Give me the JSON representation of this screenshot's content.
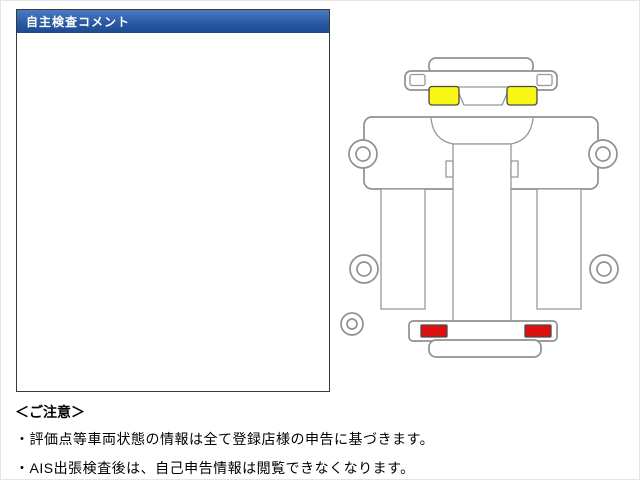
{
  "comment_panel": {
    "title": "自主検査コメント",
    "header_color": "#2a5aa4",
    "body_text": ""
  },
  "vehicle_diagram": {
    "description": "truck-top-view-damage-map",
    "outline_color": "#909090",
    "highlight_front_color": "#f7f713",
    "highlight_rear_color": "#dd1111"
  },
  "notice": {
    "heading": "＜ご注意＞",
    "lines": [
      "・評価点等車両状態の情報は全て登録店様の申告に基づきます。",
      "・AIS出張検査後は、自己申告情報は閲覧できなくなります。"
    ]
  }
}
